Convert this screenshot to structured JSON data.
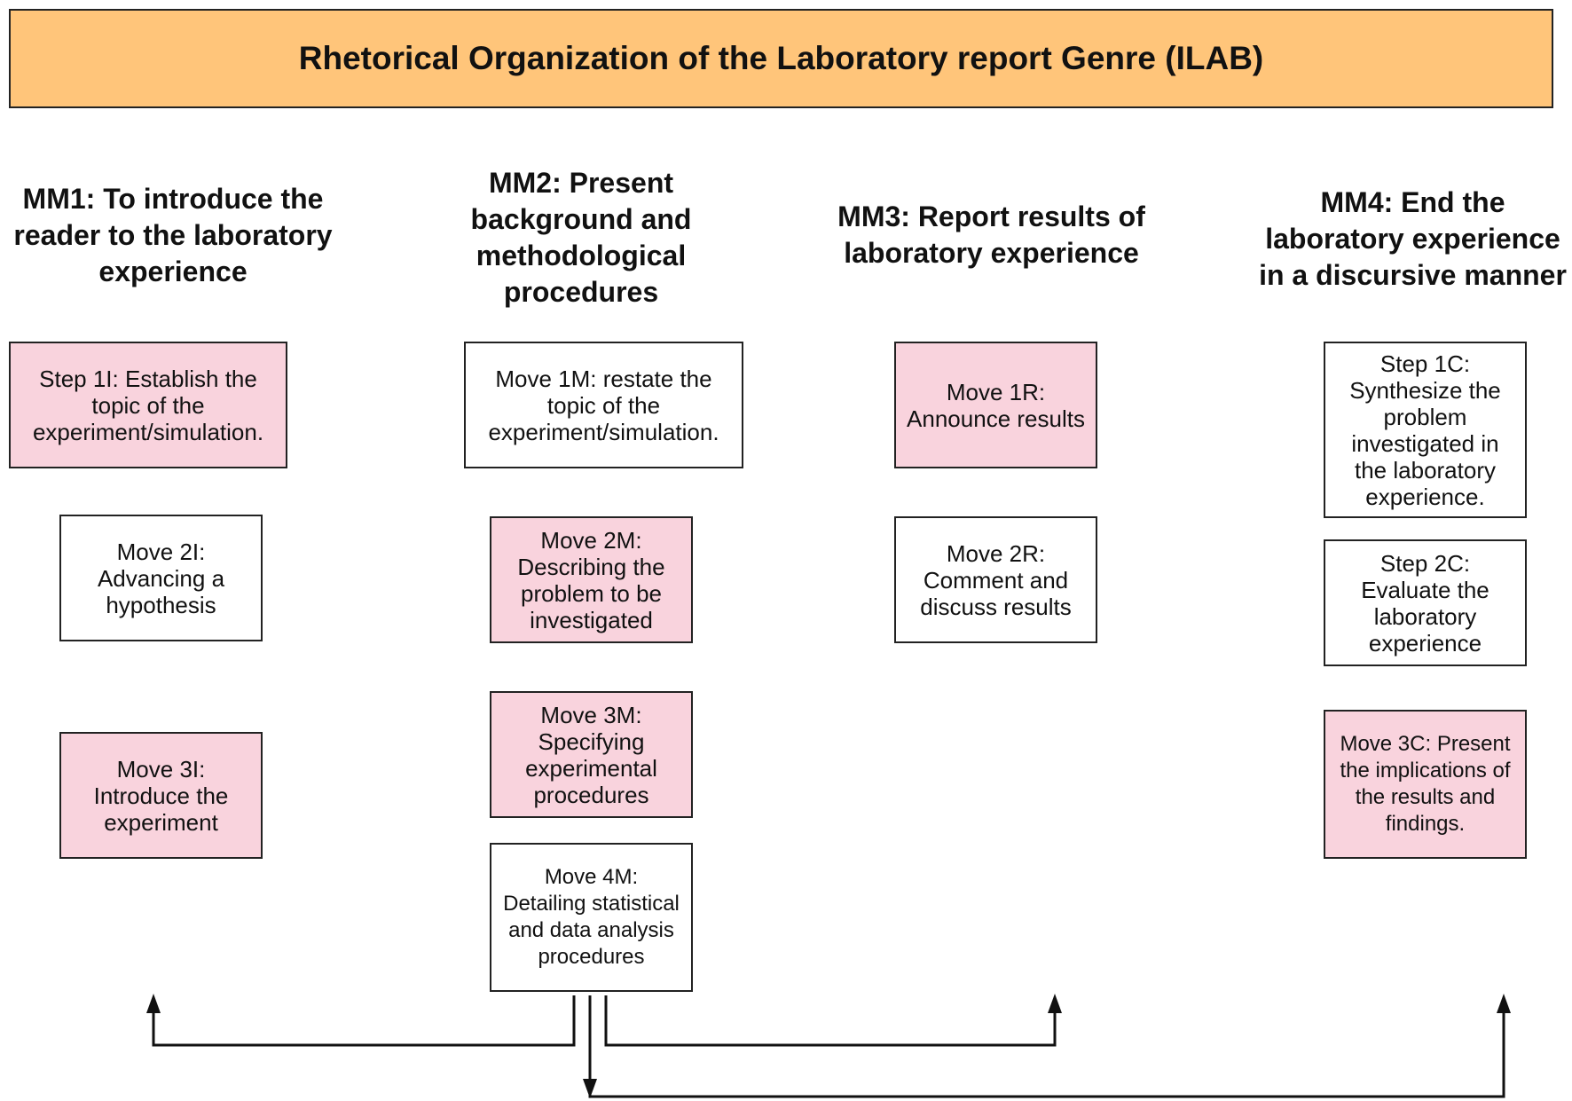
{
  "title": "Rhetorical Organization of the Laboratory report Genre (ILAB)",
  "columns": [
    {
      "heading": "MM1: To introduce the reader to the laboratory experience",
      "boxes": [
        {
          "text": "Step 1I: Establish the topic of the experiment/simulation.",
          "highlight": true
        },
        {
          "text": "Move 2I: Advancing a hypothesis",
          "highlight": false
        },
        {
          "text": "Move 3I: Introduce the experiment",
          "highlight": true
        }
      ]
    },
    {
      "heading": "MM2:  Present background and methodological procedures",
      "boxes": [
        {
          "text": "Move 1M: restate the topic of the experiment/simulation.",
          "highlight": false
        },
        {
          "text": "Move 2M: Describing the problem to be investigated",
          "highlight": true
        },
        {
          "text": "Move 3M: Specifying experimental procedures",
          "highlight": true
        },
        {
          "text": "Move 4M: Detailing statistical and data analysis procedures",
          "highlight": false
        }
      ]
    },
    {
      "heading": "MM3: Report results of laboratory experience",
      "boxes": [
        {
          "text": "Move 1R: Announce results",
          "highlight": true
        },
        {
          "text": "Move 2R: Comment and discuss results",
          "highlight": false
        }
      ]
    },
    {
      "heading": "MM4: End the laboratory experience in a discursive manner",
      "boxes": [
        {
          "text": "Step 1C: Synthesize the problem investigated in the laboratory experience.",
          "highlight": false
        },
        {
          "text": "Step 2C: Evaluate the laboratory experience",
          "highlight": false
        },
        {
          "text": "Move 3C: Present the implications of the results and findings.",
          "highlight": true
        }
      ]
    }
  ],
  "colors": {
    "title_fill": "#ffc57a",
    "highlight_fill": "#f9d3dd",
    "plain_fill": "#ffffff",
    "stroke": "#222222"
  }
}
